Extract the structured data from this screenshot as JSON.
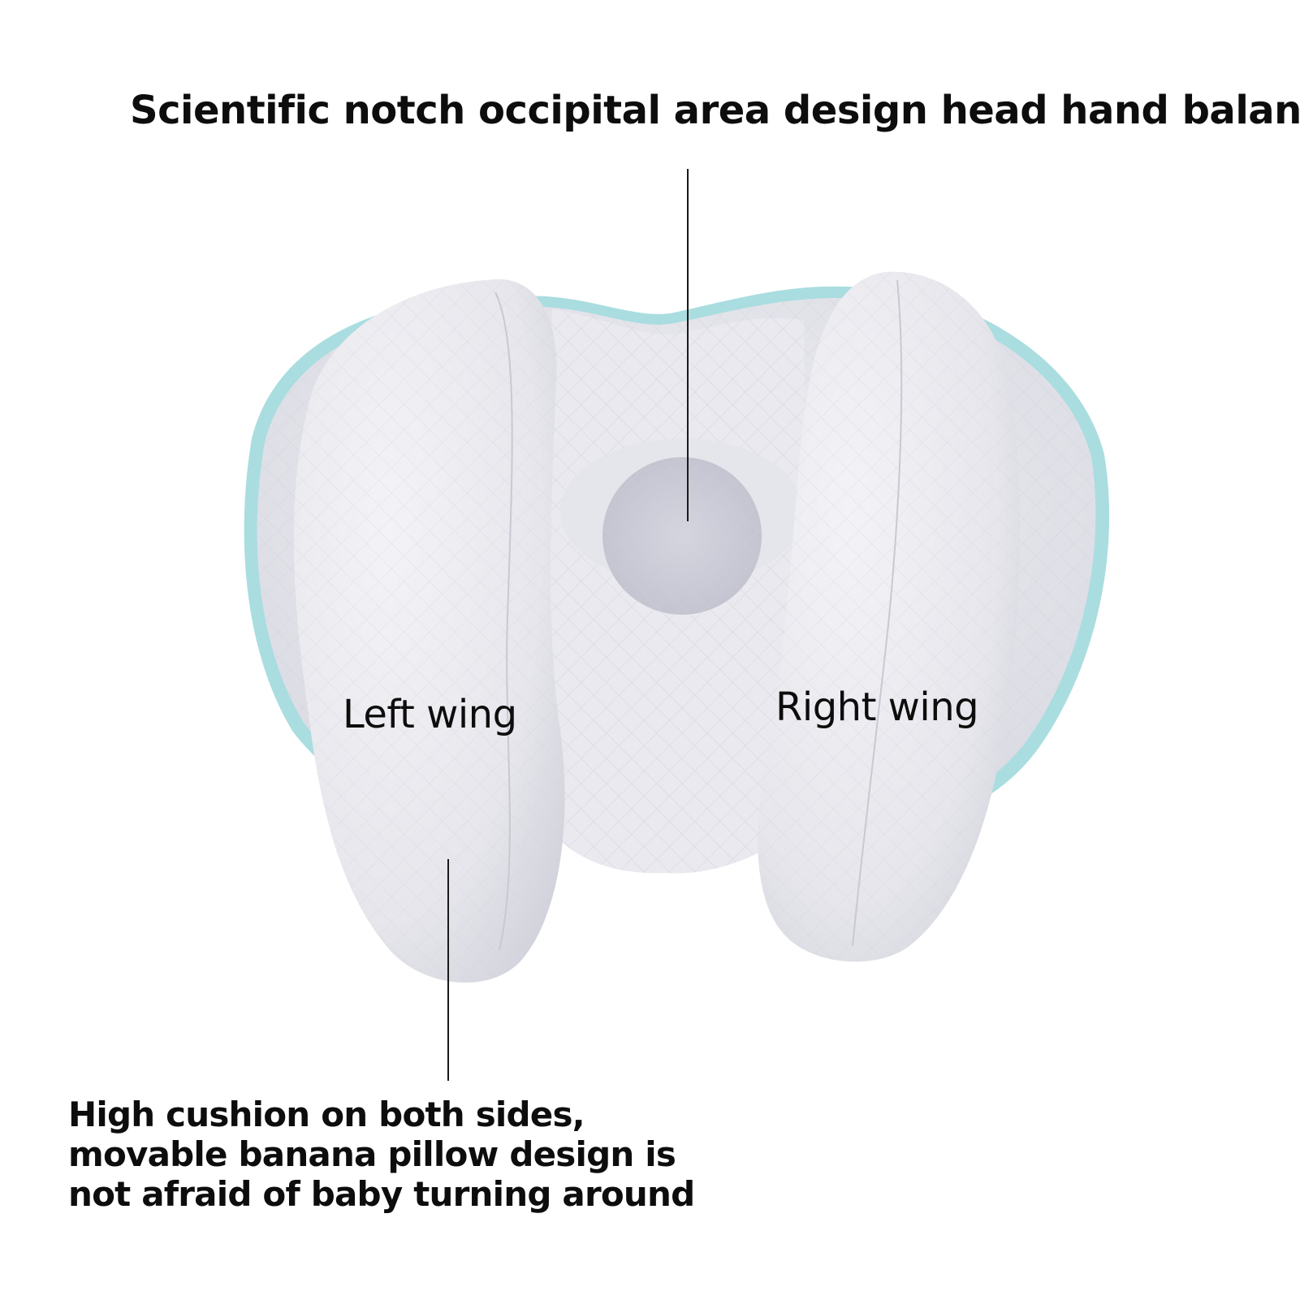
{
  "labels": {
    "top_callout": "Scientific notch occipital area design head hand balance",
    "left_wing": "Left wing",
    "right_wing": "Right wing",
    "bottom_callout": {
      "line1": "High cushion on both sides,",
      "line2": "movable banana pillow design is",
      "line3": "not afraid of baby turning around"
    }
  },
  "colors": {
    "background": "#ffffff",
    "fabric": "#e8e8ee",
    "fabric_shadow": "#cfd0d8",
    "piping": "#a9dde0",
    "text": "#0d0d0d",
    "leader_line": "#1a1a1a"
  }
}
